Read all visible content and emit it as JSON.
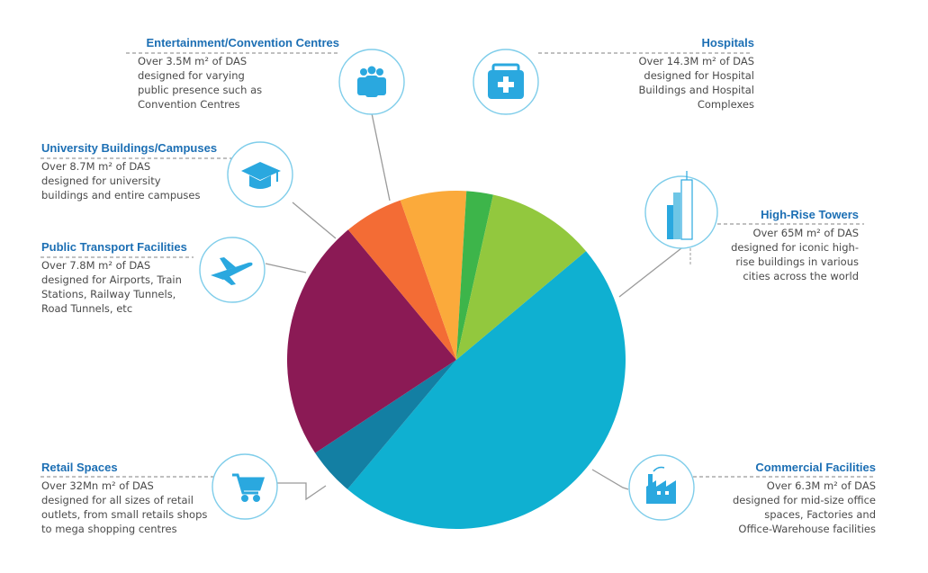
{
  "chart_data": {
    "type": "pie",
    "title": "",
    "slices": [
      {
        "key": "high-rise",
        "label": "High-Rise Towers",
        "value": 65,
        "color": "#0fb0d1"
      },
      {
        "key": "commercial",
        "label": "Commercial Facilities",
        "value": 6.3,
        "color": "#137fa3"
      },
      {
        "key": "retail",
        "label": "Retail Spaces",
        "value": 32,
        "color": "#8b1a55"
      },
      {
        "key": "transport",
        "label": "Public Transport Facilities",
        "value": 7.8,
        "color": "#f36c35"
      },
      {
        "key": "university",
        "label": "University Buildings/Campuses",
        "value": 8.7,
        "color": "#fbaa3b"
      },
      {
        "key": "entertainment",
        "label": "Entertainment/Convention Centres",
        "value": 3.5,
        "color": "#3db54a"
      },
      {
        "key": "hospitals",
        "label": "Hospitals",
        "value": 14.3,
        "color": "#92c83e"
      }
    ]
  },
  "categories": {
    "entertainment": {
      "title": "Entertainment/Convention Centres",
      "lines": [
        "Over 3.5M m² of DAS",
        "designed for varying",
        "public presence such as",
        "Convention Centres"
      ],
      "icon": "people-group-icon"
    },
    "hospitals": {
      "title": "Hospitals",
      "lines": [
        "Over 14.3M m² of DAS",
        "designed for Hospital",
        "Buildings and Hospital",
        "Complexes"
      ],
      "icon": "medical-kit-icon"
    },
    "university": {
      "title": "University Buildings/Campuses",
      "lines": [
        "Over 8.7M m² of DAS",
        "designed for university",
        "buildings and entire campuses"
      ],
      "icon": "graduation-cap-icon"
    },
    "transport": {
      "title": "Public Transport Facilities",
      "lines": [
        "Over 7.8M m² of DAS",
        "designed for Airports, Train",
        "Stations, Railway Tunnels,",
        "Road Tunnels, etc"
      ],
      "icon": "airplane-icon"
    },
    "highrise": {
      "title": "High-Rise Towers",
      "lines": [
        "Over 65M m² of DAS",
        "designed for iconic high-",
        "rise buildings in various",
        "cities across the world"
      ],
      "icon": "skyscraper-icon"
    },
    "retail": {
      "title": "Retail Spaces",
      "lines": [
        "Over 32Mn m² of DAS",
        "designed for all sizes of retail",
        "outlets, from small retails shops",
        "to mega shopping centres"
      ],
      "icon": "shopping-cart-icon"
    },
    "commercial": {
      "title": "Commercial Facilities",
      "lines": [
        "Over 6.3M m² of DAS",
        "designed for mid-size office",
        "spaces, Factories and",
        "Office-Warehouse facilities"
      ],
      "icon": "factory-icon"
    }
  },
  "colors": {
    "accent": "#1c6fb4",
    "icon": "#2aa8df",
    "circle_border": "#7fcdea",
    "connector": "#9a9a9a"
  }
}
